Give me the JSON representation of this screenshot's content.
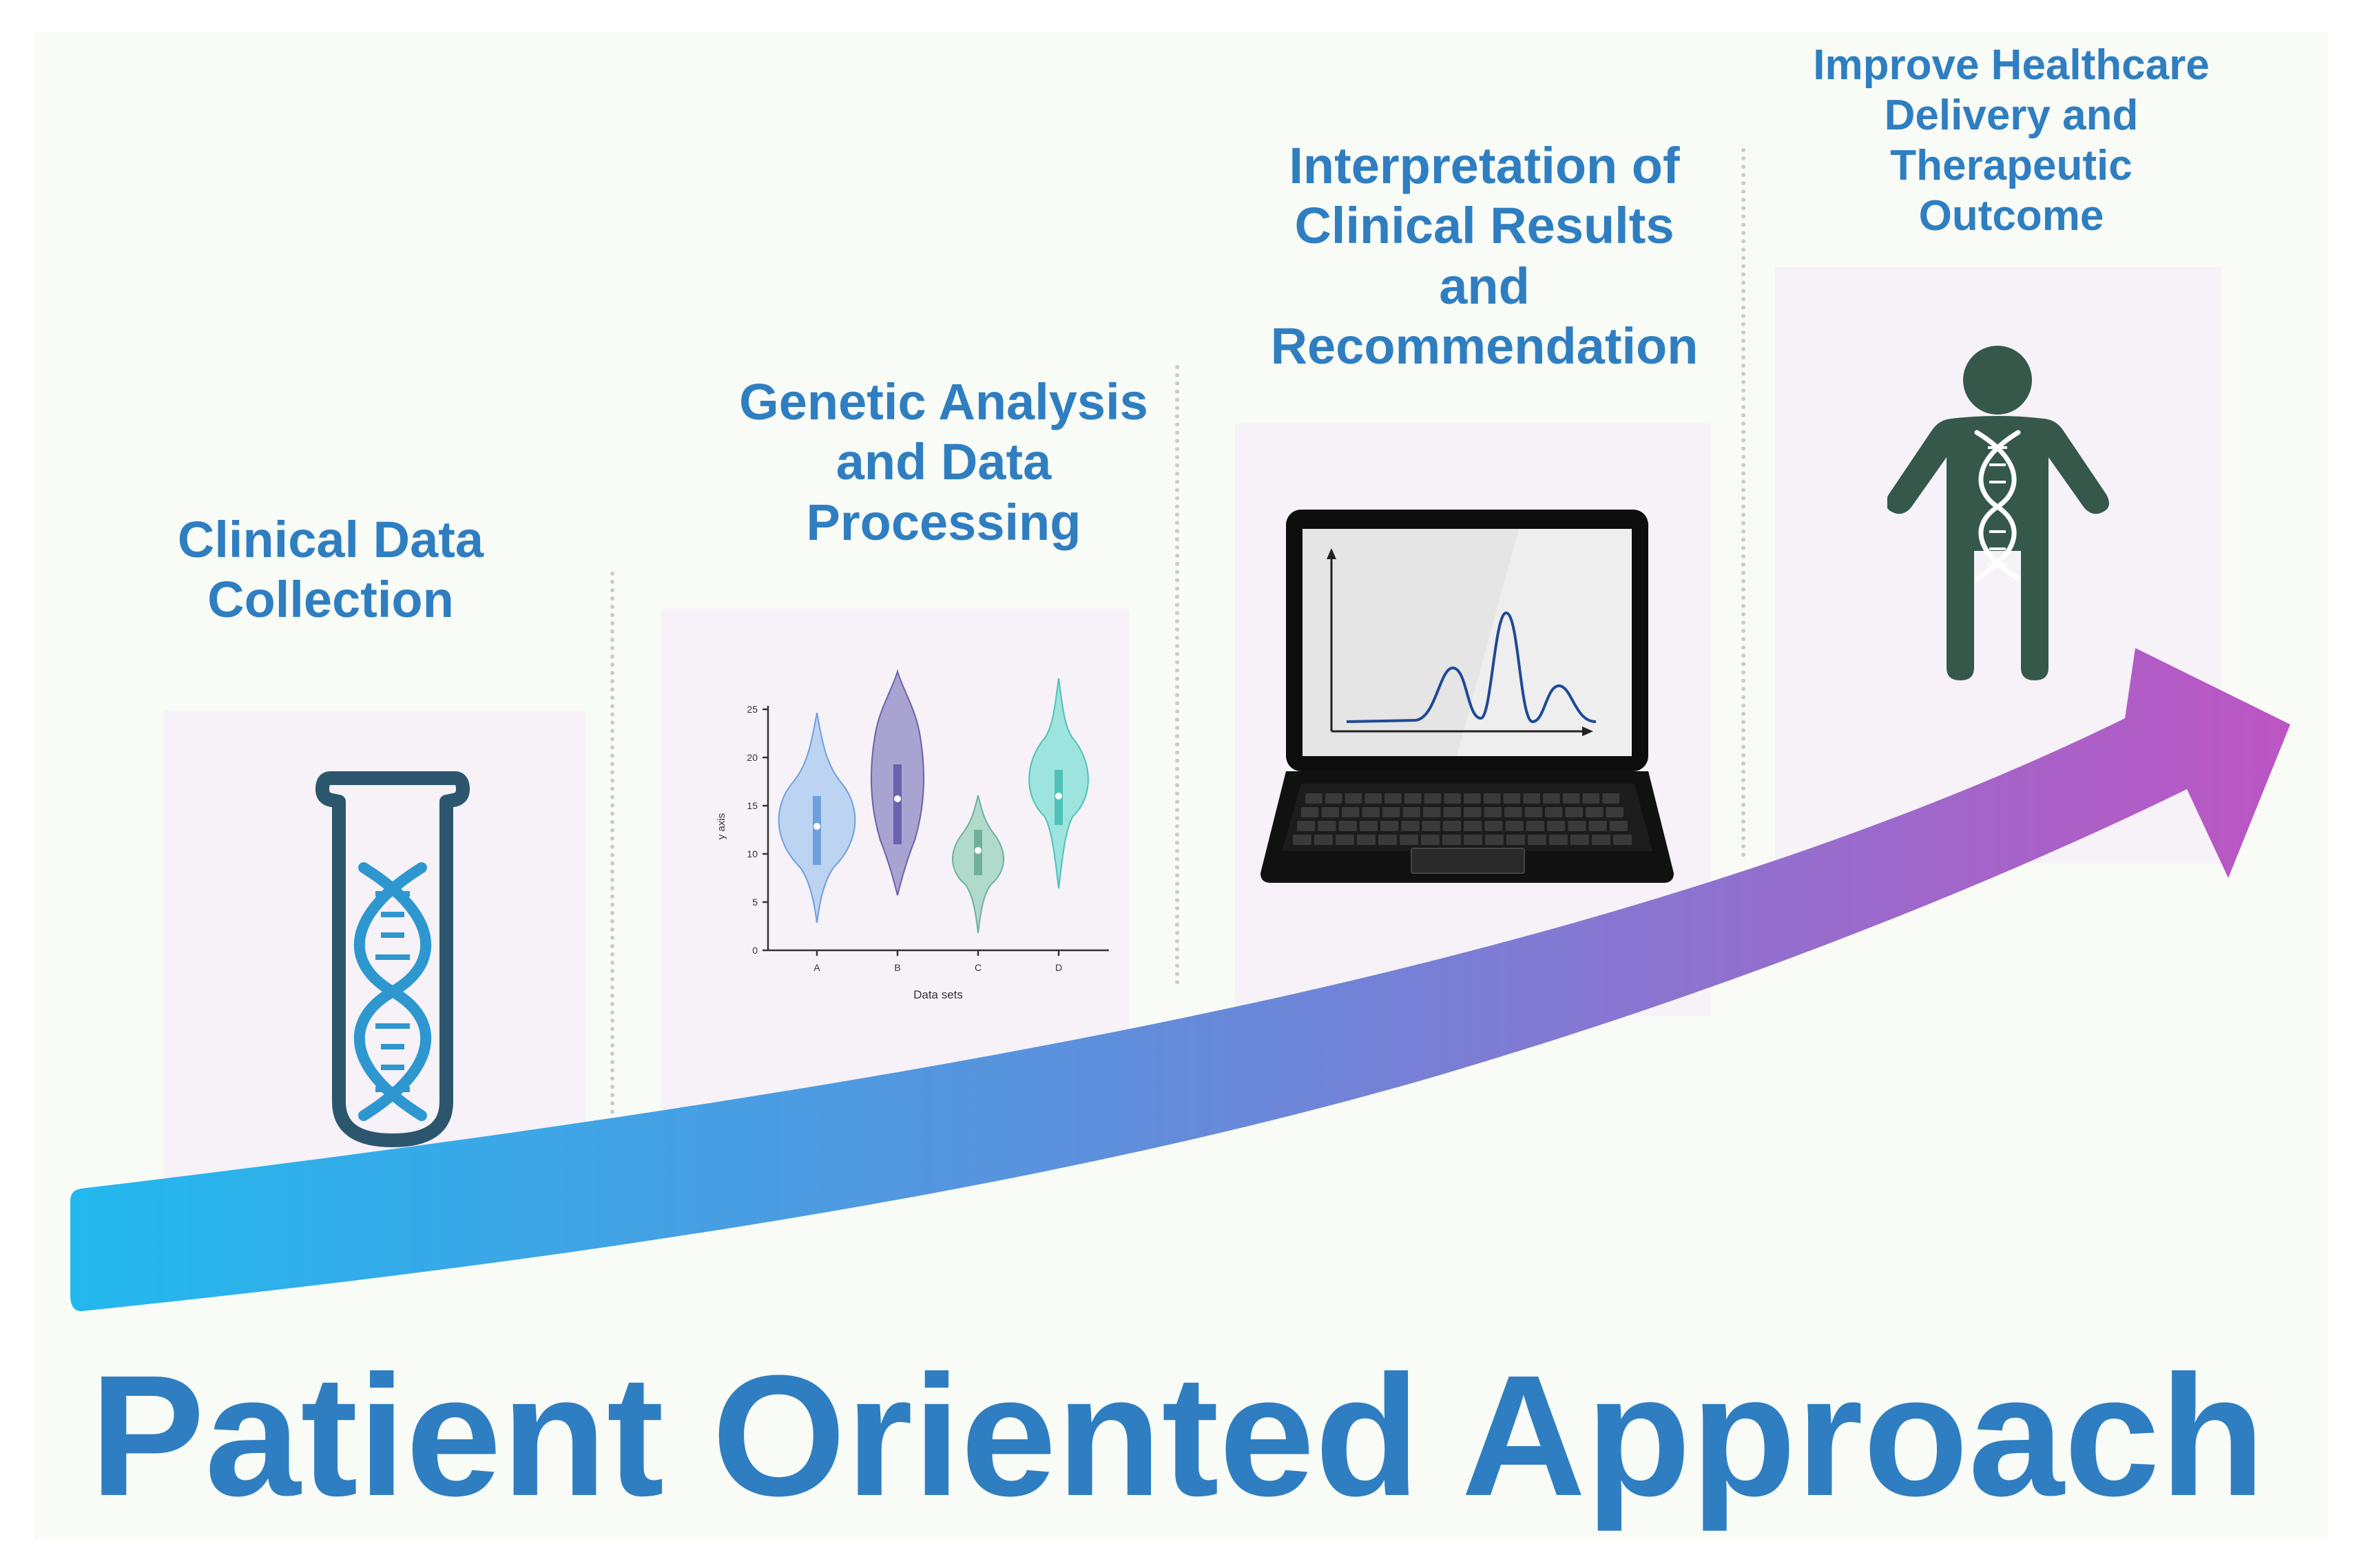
{
  "colors": {
    "title": "#2f7ec1",
    "card": "#f6f2f8",
    "background": "#f8fbf6",
    "arrow_start": "#22b8ee",
    "arrow_end": "#bc55c3",
    "figure": "#35584b",
    "tube": "#2c566e",
    "dna": "#2e97cf"
  },
  "steps": [
    {
      "title": "Clinical Data\nCollection",
      "icon": "test-tube-dna-icon"
    },
    {
      "title": "Genetic Analysis\nand Data\nProcessing",
      "icon": "violin-plot-chart"
    },
    {
      "title": "Interpretation of\nClinical Results\nand\nRecommendation",
      "icon": "laptop-chart-icon"
    },
    {
      "title": "Improve Healthcare\nDelivery and\nTherapeutic\nOutcome",
      "icon": "person-dna-icon"
    }
  ],
  "main_title": "Patient Oriented Approach",
  "violin": {
    "ylabel": "y axis",
    "xlabel": "Data sets",
    "yticks": [
      "0",
      "5",
      "10",
      "15",
      "20",
      "25"
    ],
    "categories": [
      "A",
      "B",
      "C",
      "D"
    ]
  }
}
